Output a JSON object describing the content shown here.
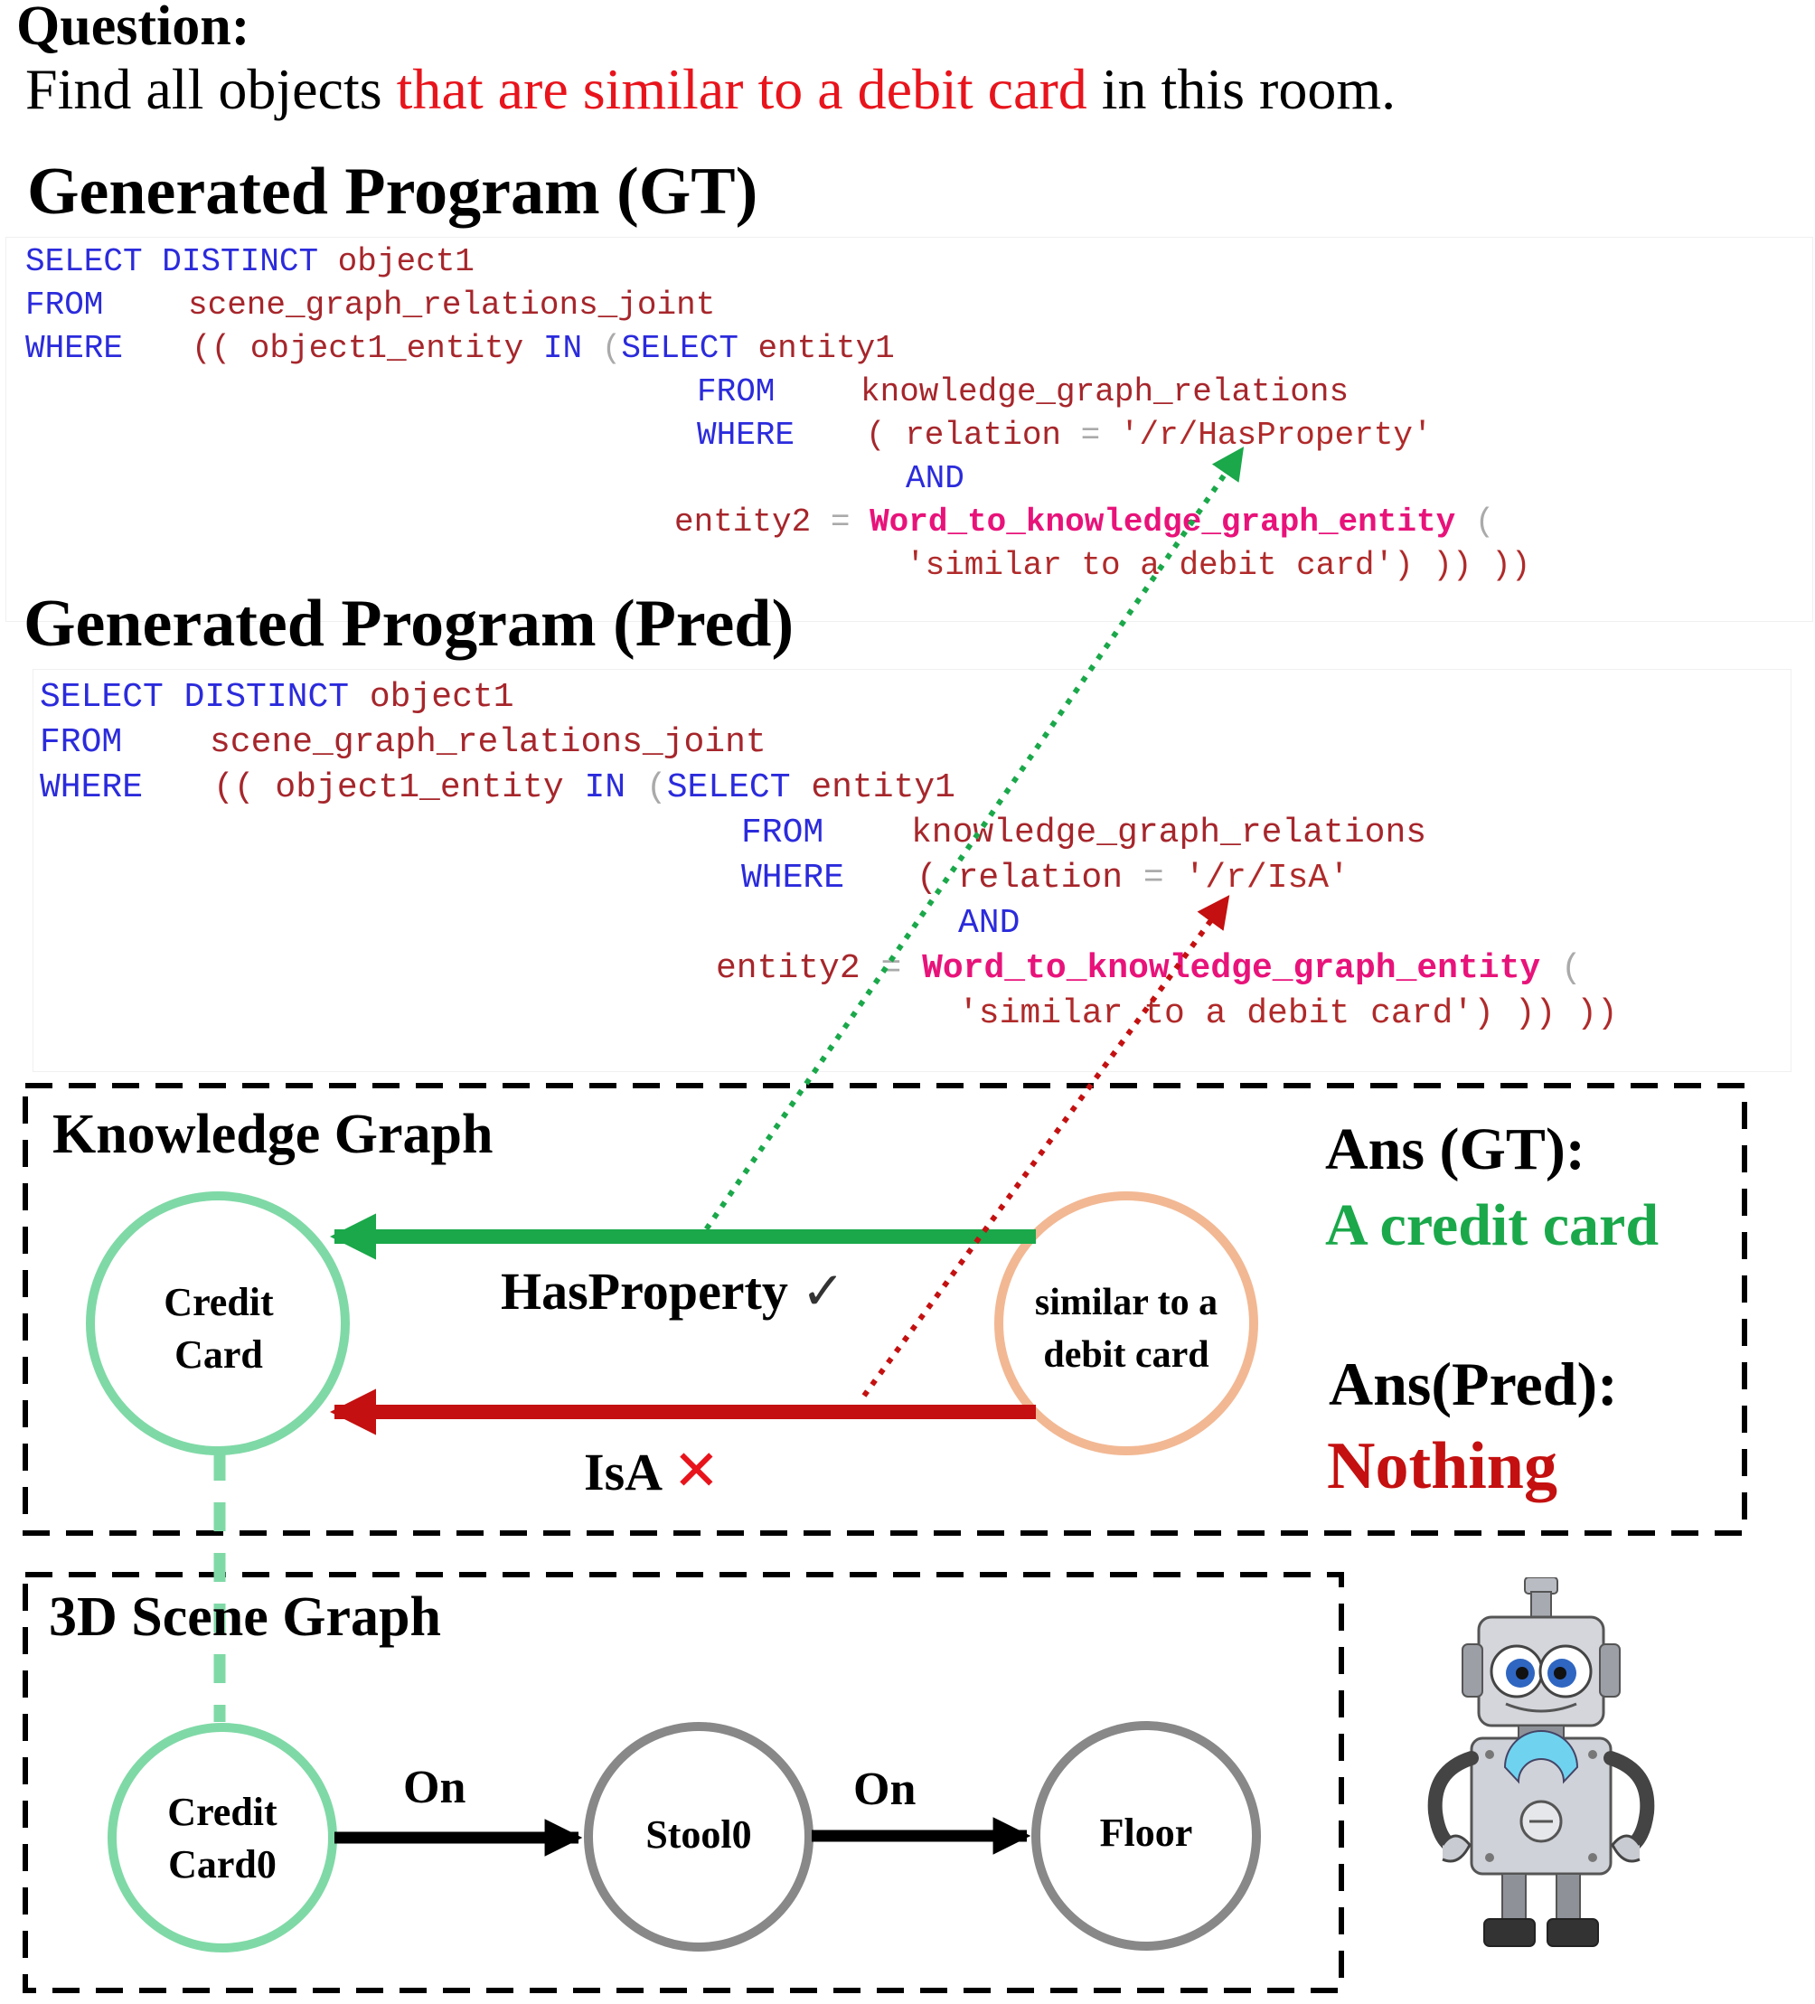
{
  "question": {
    "label": "Question:",
    "text_before": "Find all objects ",
    "text_highlight": "that are similar to a debit card",
    "text_after": " in this room."
  },
  "programs": {
    "gt": {
      "title": "Generated Program (GT)",
      "select_kw": "SELECT DISTINCT",
      "select_col": "object1",
      "from_kw": "FROM",
      "from_table": "scene_graph_relations_joint",
      "where_kw": "WHERE",
      "where_open": "(( object1_entity",
      "in_kw": "IN",
      "sub_open": "(",
      "sub_select_kw": "SELECT",
      "sub_col": "entity1",
      "sub_from_kw": "FROM",
      "sub_table": "knowledge_graph_relations",
      "sub_where_kw": "WHERE",
      "rel_open": "( relation",
      "eq": "=",
      "rel_value": "'/r/HasProperty'",
      "and_kw": "AND",
      "entity2": "entity2",
      "fn_name": "Word_to_knowledge_graph_entity",
      "fn_open": "(",
      "arg": "'similar to a debit card'",
      "close": ") )) ))"
    },
    "pred": {
      "title": "Generated Program (Pred)",
      "select_kw": "SELECT DISTINCT",
      "select_col": "object1",
      "from_kw": "FROM",
      "from_table": "scene_graph_relations_joint",
      "where_kw": "WHERE",
      "where_open": "(( object1_entity",
      "in_kw": "IN",
      "sub_open": "(",
      "sub_select_kw": "SELECT",
      "sub_col": "entity1",
      "sub_from_kw": "FROM",
      "sub_table": "knowledge_graph_relations",
      "sub_where_kw": "WHERE",
      "rel_open": "( relation",
      "eq": "=",
      "rel_value": "'/r/IsA'",
      "and_kw": "AND",
      "entity2": "entity2",
      "fn_name": "Word_to_knowledge_graph_entity",
      "fn_open": "(",
      "arg": "'similar to a debit card'",
      "close": ") )) ))"
    }
  },
  "knowledge_graph": {
    "title": "Knowledge Graph",
    "node_credit_card_line1": "Credit",
    "node_credit_card_line2": "Card",
    "node_similar_line1": "similar to a",
    "node_similar_line2": "debit card",
    "edge_hasproperty": "HasProperty",
    "edge_isa": "IsA",
    "check_glyph": "✓",
    "cross_glyph": "✕",
    "ans_gt_label": "Ans (GT):",
    "ans_gt_value": "A credit card",
    "ans_pred_label": "Ans(Pred):",
    "ans_pred_value": "Nothing"
  },
  "scene_graph": {
    "title": "3D Scene Graph",
    "node_credit_line1": "Credit",
    "node_credit_line2": "Card0",
    "node_stool": "Stool0",
    "node_floor": "Floor",
    "edge1": "On",
    "edge2": "On"
  },
  "colors": {
    "keyword": "#2b2bdc",
    "identifier": "#a6262b",
    "function": "#e8137a",
    "question_highlight": "#e8141c",
    "correct": "#1aa84a",
    "wrong": "#c41010",
    "credit_node": "#7fd9a6",
    "similar_node": "#f2b893",
    "scene_node": "#888888"
  },
  "icons": {
    "robot": "robot-icon"
  }
}
